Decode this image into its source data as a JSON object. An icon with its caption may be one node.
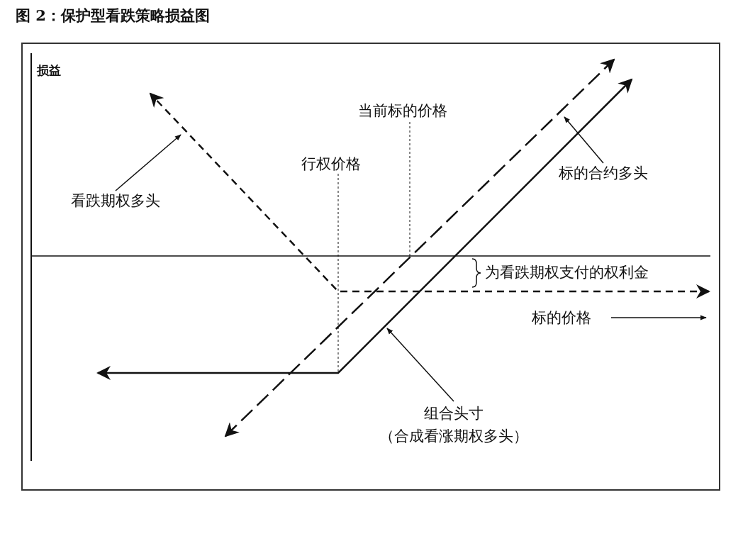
{
  "diagram": {
    "title": "图 2：保护型看跌策略损益图",
    "nodes": [
      {
        "text": [
          "看跌期权多头"
        ]
      },
      {
        "text": [
          "标的合约多头"
        ]
      },
      {
        "text": [
          "组合头寸（合成看涨期权多头）"
        ]
      }
    ],
    "edges": [
      {
        "from": 0,
        "to": null,
        "arrow": "to"
      },
      {
        "from": 1,
        "to": null,
        "arrow": "to"
      },
      {
        "from": 2,
        "to": null,
        "arrow": "to"
      }
    ],
    "labels": [
      "损益",
      "当前标的价格",
      "行权价格",
      "为看跌期权支付的权利金",
      "标的价格"
    ]
  }
}
